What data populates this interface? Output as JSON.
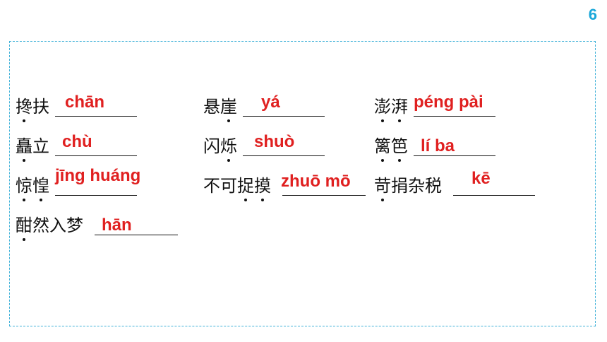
{
  "page_number": "6",
  "items": [
    {
      "chars": [
        "搀",
        "扶"
      ],
      "dots": [
        0
      ],
      "answer": "chān"
    },
    {
      "chars": [
        "悬",
        "崖"
      ],
      "dots": [
        1
      ],
      "answer": "yá"
    },
    {
      "chars": [
        "澎",
        "湃"
      ],
      "dots": [
        0,
        1
      ],
      "answer": "péng pài"
    },
    {
      "chars": [
        "矗",
        "立"
      ],
      "dots": [
        0
      ],
      "answer": "chù"
    },
    {
      "chars": [
        "闪",
        "烁"
      ],
      "dots": [
        1
      ],
      "answer": "shuò"
    },
    {
      "chars": [
        "篱",
        "笆"
      ],
      "dots": [
        0,
        1
      ],
      "answer": "lí ba"
    },
    {
      "chars": [
        "惊",
        "惶"
      ],
      "dots": [
        0,
        1
      ],
      "answer": "jīng huáng"
    },
    {
      "chars": [
        "不",
        "可",
        "捉",
        "摸"
      ],
      "dots": [
        2,
        3
      ],
      "answer": "zhuō mō"
    },
    {
      "chars": [
        "苛",
        "捐",
        "杂",
        "税"
      ],
      "dots": [
        0
      ],
      "answer": "kē"
    },
    {
      "chars": [
        "酣",
        "然",
        "入",
        "梦"
      ],
      "dots": [
        0
      ],
      "answer": "hān"
    }
  ]
}
